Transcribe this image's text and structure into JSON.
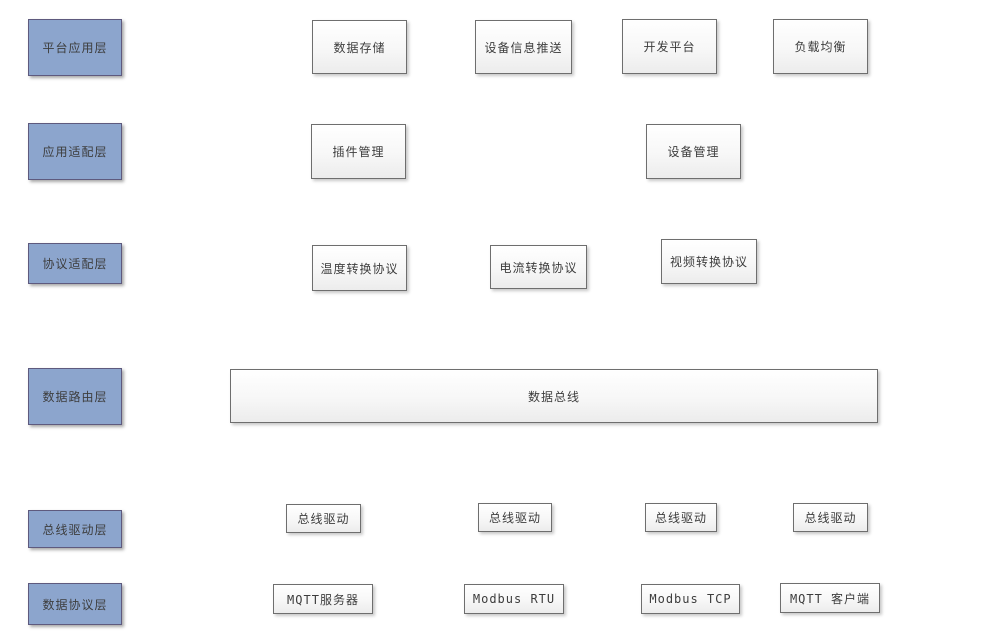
{
  "diagram": {
    "layers": [
      {
        "label": "平台应用层"
      },
      {
        "label": "应用适配层"
      },
      {
        "label": "协议适配层"
      },
      {
        "label": "数据路由层"
      },
      {
        "label": "总线驱动层"
      },
      {
        "label": "数据协议层"
      }
    ],
    "nodes": {
      "data_storage": "数据存储",
      "device_info_push": "设备信息推送",
      "dev_platform": "开发平台",
      "load_balance": "负载均衡",
      "plugin_mgmt": "插件管理",
      "device_mgmt": "设备管理",
      "temp_protocol": "温度转换协议",
      "current_protocol": "电流转换协议",
      "video_protocol": "视频转换协议",
      "data_bus": "数据总线",
      "bus_driver": "总线驱动",
      "mqtt_server": "MQTT服务器",
      "modbus_rtu": "Modbus RTU",
      "modbus_tcp": "Modbus TCP",
      "mqtt_client": "MQTT 客户端"
    },
    "colors": {
      "layer_fill": "#8ca5cd",
      "layer_border": "#5e5a7e",
      "node_border": "#6e6e6e"
    }
  }
}
